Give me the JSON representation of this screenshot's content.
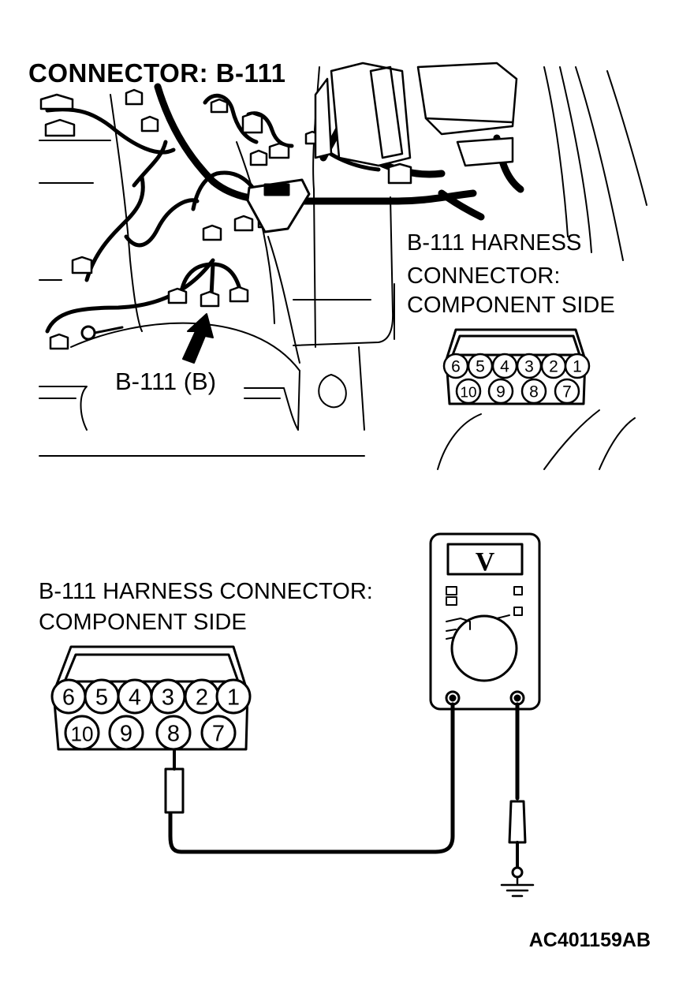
{
  "diagram": {
    "title": "CONNECTOR: B-111",
    "location_label": "B-111 (B)",
    "upper_connector_label": [
      "B-111 HARNESS",
      "CONNECTOR:",
      "COMPONENT SIDE"
    ],
    "lower_connector_label": [
      "B-111 HARNESS CONNECTOR:",
      "COMPONENT SIDE"
    ],
    "meter_symbol": "V",
    "pins_top_row": [
      "6",
      "5",
      "4",
      "3",
      "2",
      "1"
    ],
    "pins_bottom_row": [
      "10",
      "9",
      "8",
      "7"
    ],
    "probed_pin": "8",
    "figure_code": "AC401159AB"
  }
}
